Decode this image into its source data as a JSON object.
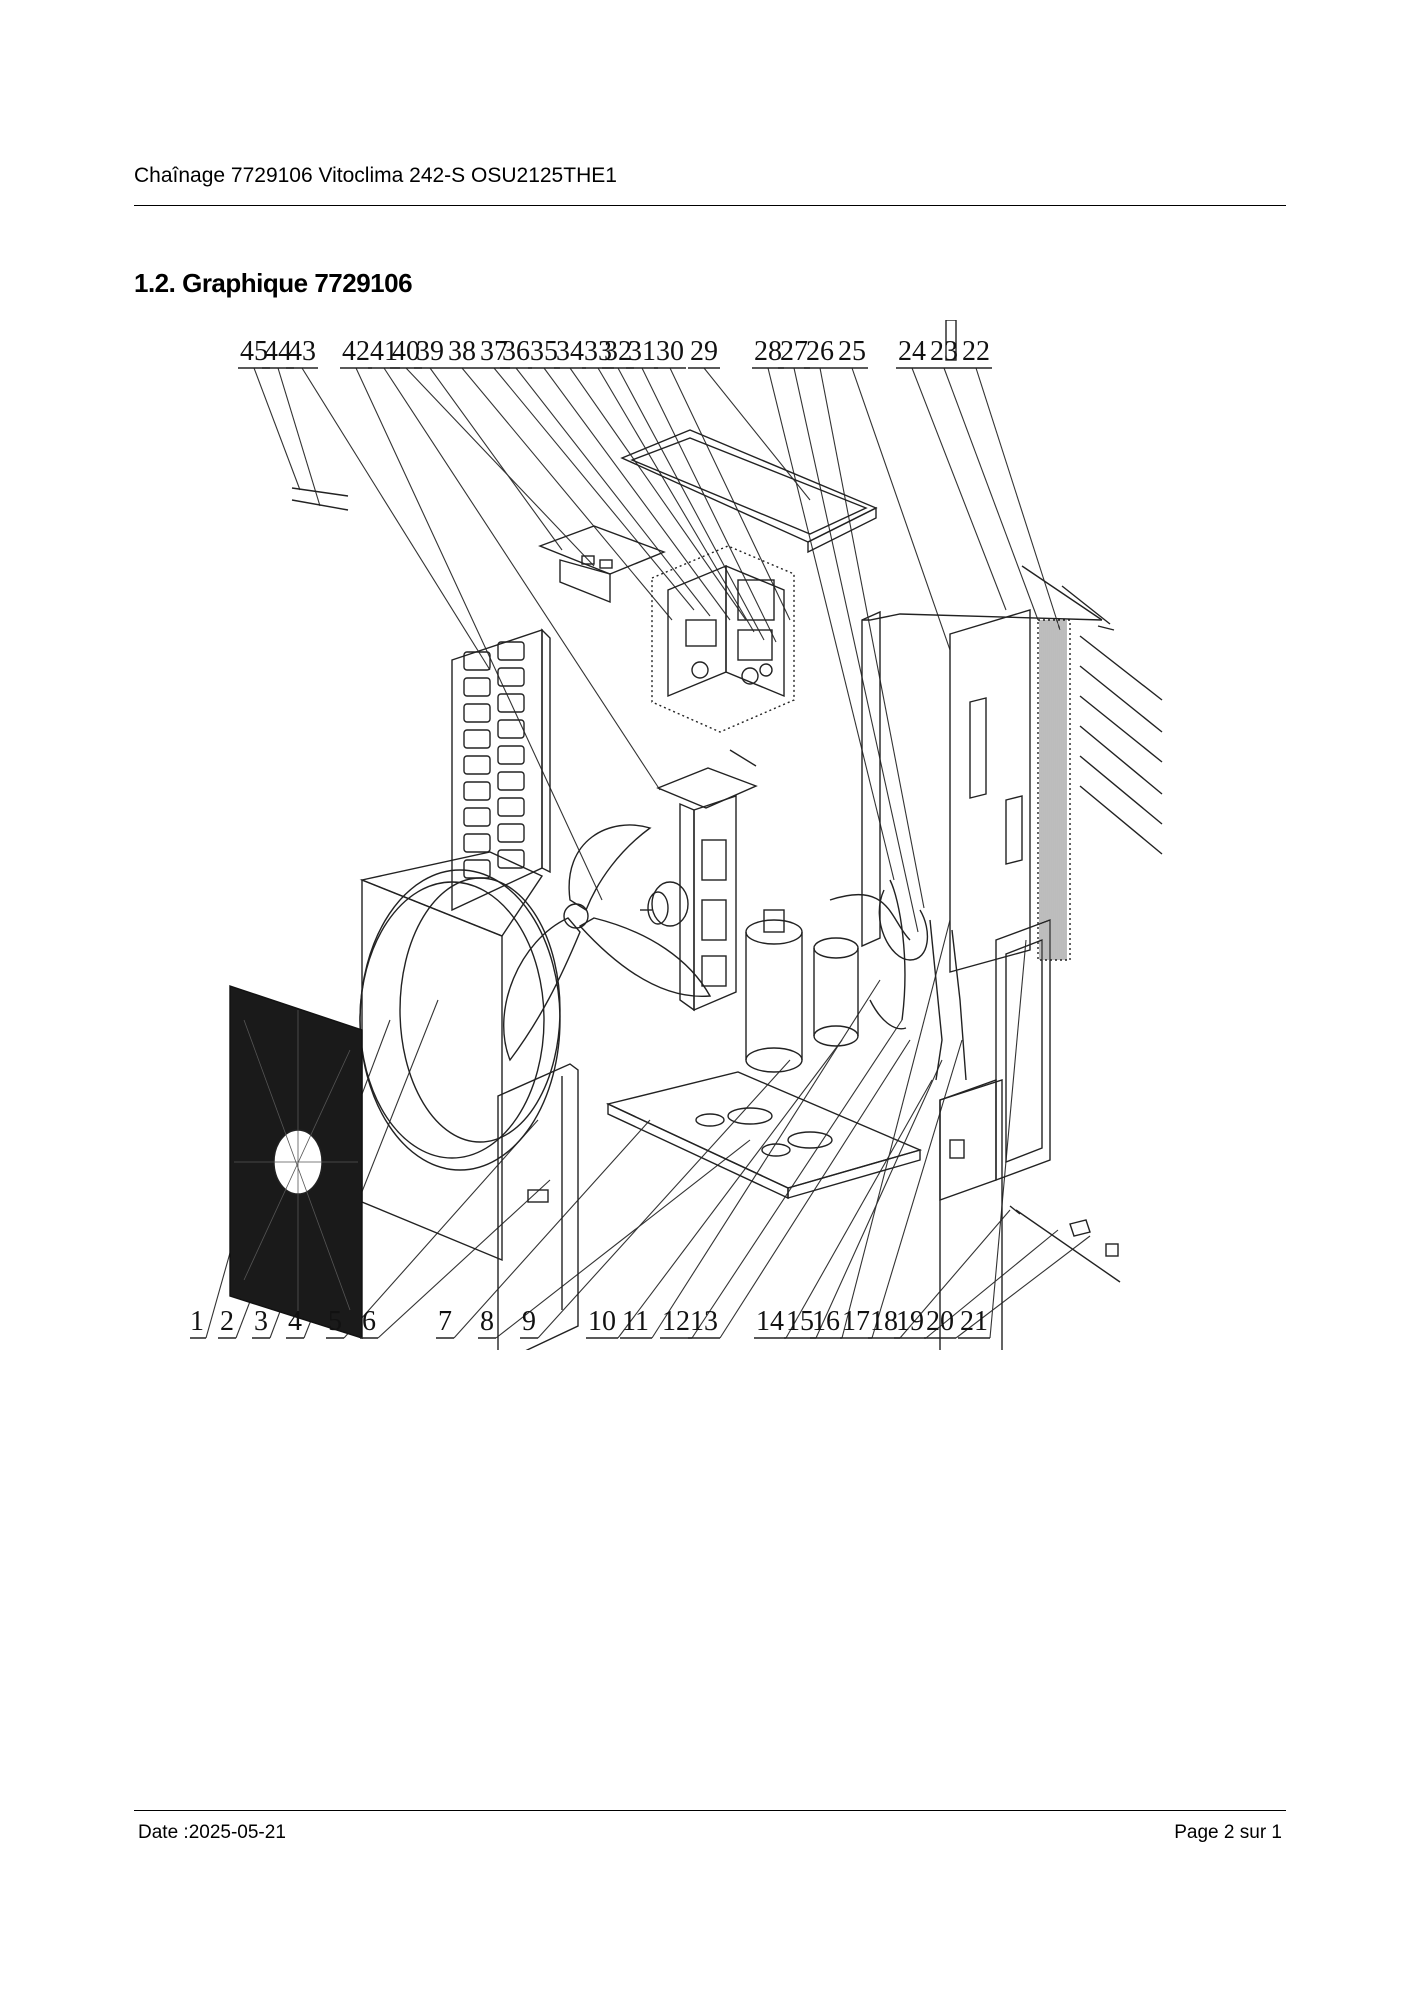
{
  "header": {
    "title": "Chaînage 7729106 Vitoclima 242-S OSU2125THE1"
  },
  "section": {
    "title": "1.2. Graphique 7729106"
  },
  "diagram": {
    "top_labels": [
      "45",
      "44",
      "43",
      "42",
      "41",
      "40",
      "39",
      "38",
      "37",
      "36",
      "35",
      "34",
      "33",
      "32",
      "31",
      "30",
      "29",
      "28",
      "27",
      "26",
      "25",
      "24",
      "23",
      "22"
    ],
    "bottom_labels": [
      "1",
      "2",
      "3",
      "4",
      "5",
      "6",
      "7",
      "8",
      "9",
      "10",
      "11",
      "12",
      "13",
      "14",
      "15",
      "16",
      "17",
      "18",
      "19",
      "20",
      "21"
    ]
  },
  "footer": {
    "date": "Date :2025-05-21",
    "page": "Page 2 sur   1"
  }
}
